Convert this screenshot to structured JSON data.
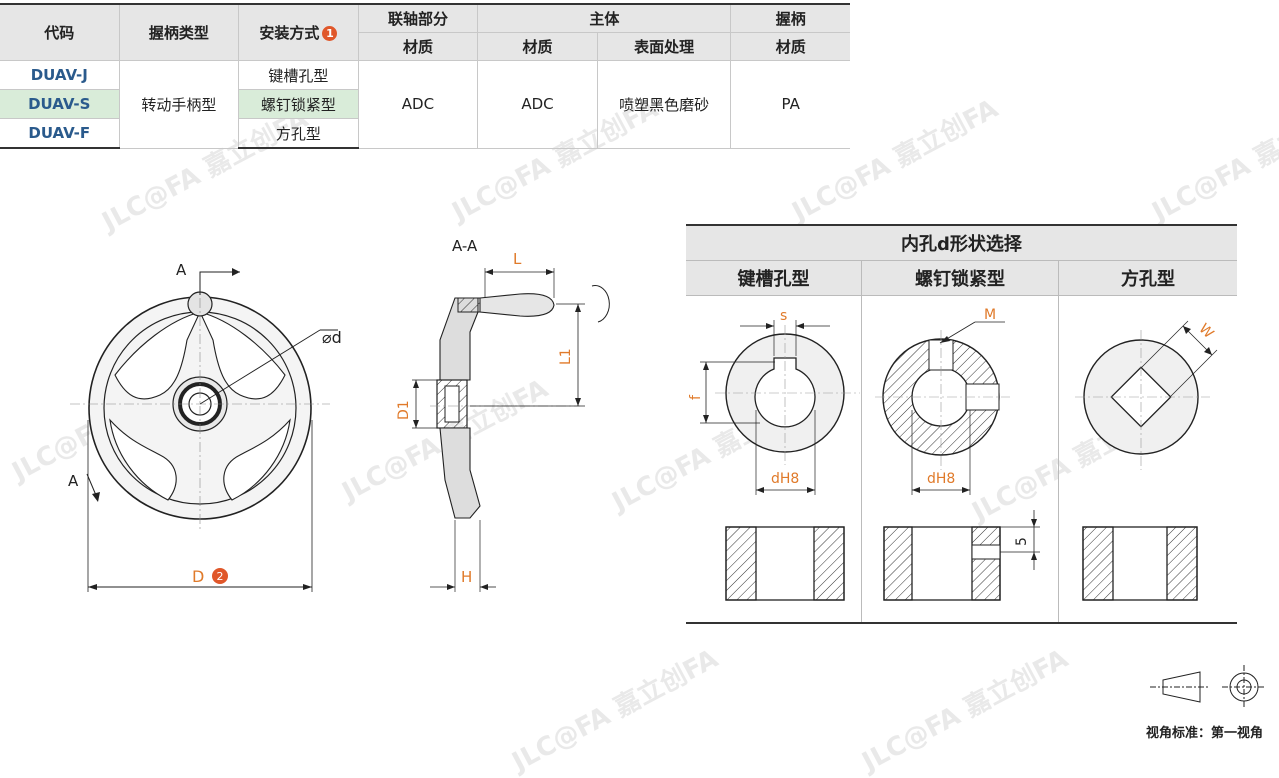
{
  "table": {
    "headers": {
      "code": "代码",
      "handle_type": "握柄类型",
      "mounting": "安装方式",
      "coupling": "联轴部分",
      "body": "主体",
      "grip": "握柄",
      "material": "材质",
      "surface": "表面处理"
    },
    "badge1": "1",
    "rows": [
      {
        "code": "DUAV-J",
        "mounting": "键槽孔型"
      },
      {
        "code": "DUAV-S",
        "mounting": "螺钉锁紧型"
      },
      {
        "code": "DUAV-F",
        "mounting": "方孔型"
      }
    ],
    "shared": {
      "handle_type": "转动手柄型",
      "coupling_material": "ADC",
      "body_material": "ADC",
      "body_surface": "喷塑黑色磨砂",
      "grip_material": "PA"
    }
  },
  "drawing": {
    "section_label": "A-A",
    "label_A": "A",
    "label_d": "⌀d",
    "label_D": "D",
    "badge2": "2",
    "label_L": "L",
    "label_L1": "L1",
    "label_D1": "D1",
    "label_H": "H"
  },
  "bore": {
    "title": "内孔d形状选择",
    "columns": [
      "键槽孔型",
      "螺钉锁紧型",
      "方孔型"
    ],
    "label_s": "s",
    "label_f": "f",
    "label_dH8": "dH8",
    "label_M": "M",
    "label_5": "5",
    "label_W": "W"
  },
  "watermark": "JLC@FA 嘉立创FA",
  "caption": "视角标准：第一视角",
  "colors": {
    "code_blue": "#2a5a8c",
    "highlight_green": "#d9ecd9",
    "accent_orange": "#e07a2a",
    "badge": "#e0572a"
  }
}
